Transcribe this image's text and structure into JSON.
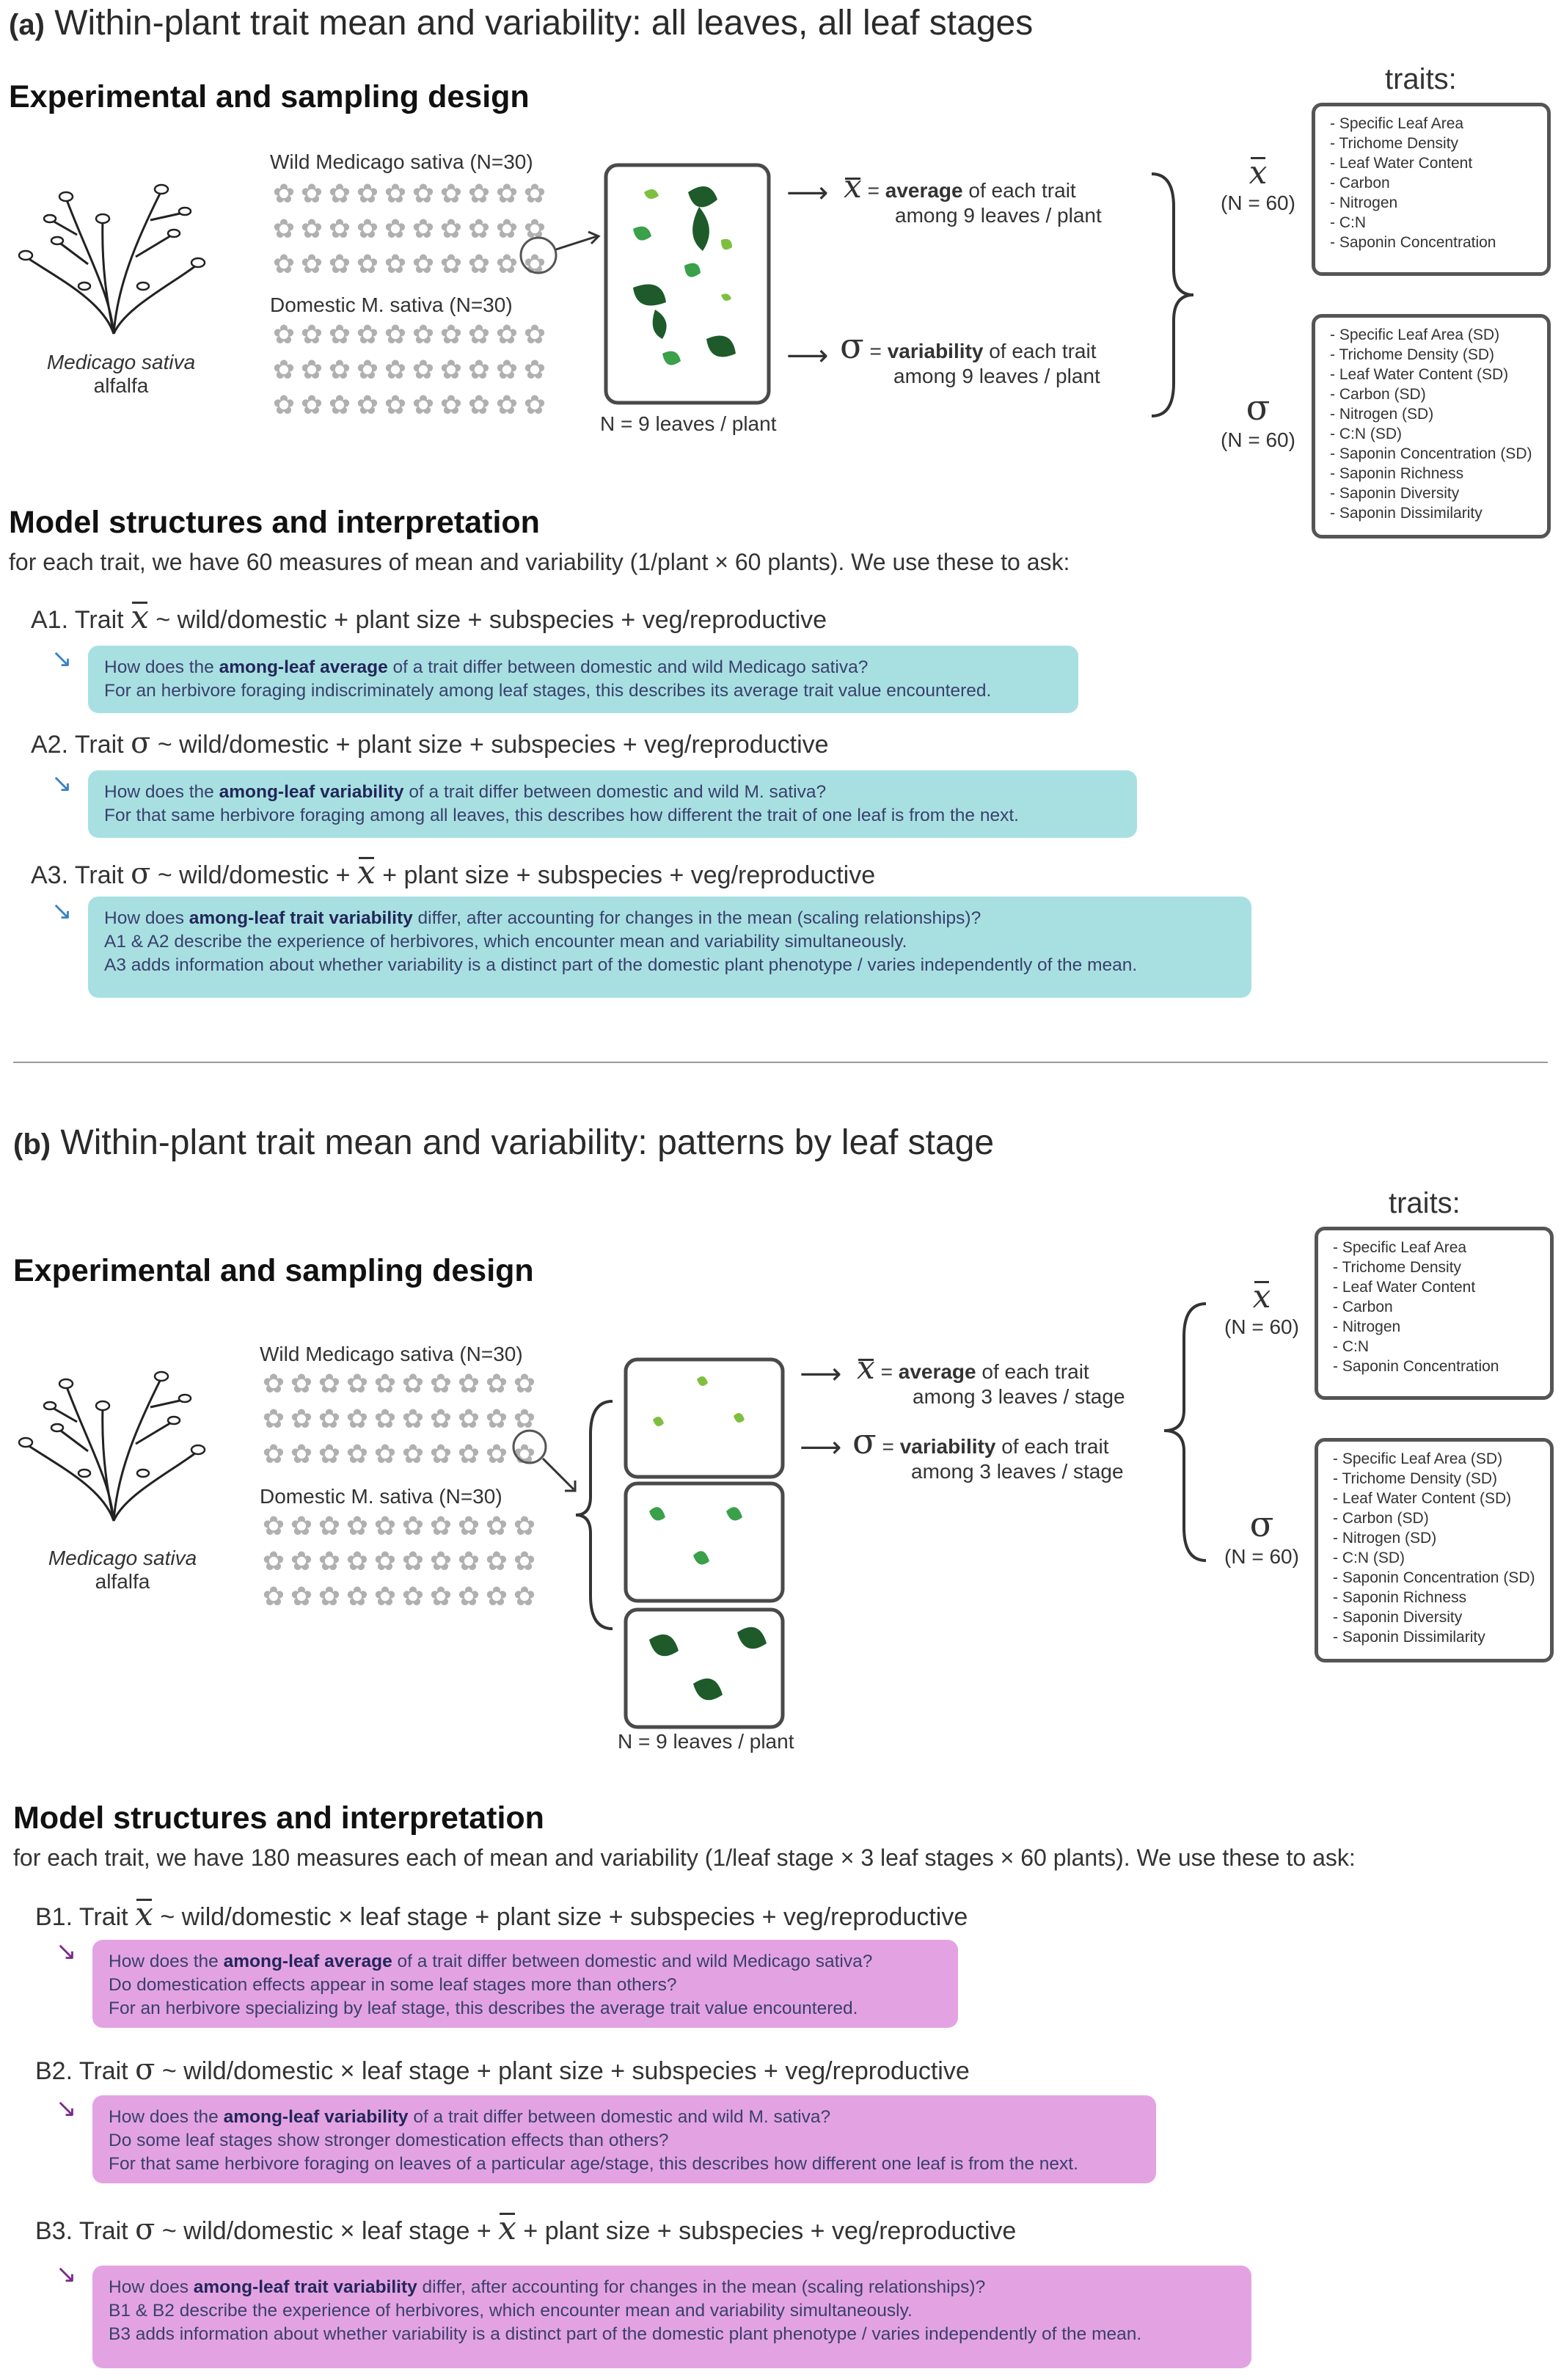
{
  "panel_a": {
    "label": "(a)",
    "title": "Within-plant trait mean and variability: all leaves, all leaf stages",
    "design_heading": "Experimental and sampling design",
    "plant_caption_species": "Medicago sativa",
    "plant_caption_common": "alfalfa",
    "wild_label": "Wild Medicago sativa (N=30)",
    "domestic_label": "Domestic M. sativa (N=30)",
    "leaves_label": "N = 9 leaves / plant",
    "mean_def_bold": "average",
    "mean_def_rest": " of each trait",
    "mean_def_line2": "among 9 leaves / plant",
    "var_def_bold": "variability",
    "var_def_rest": " of each trait",
    "var_def_line2": "among 9 leaves / plant",
    "mean_n": "(N = 60)",
    "var_n": "(N = 60)",
    "traits_heading": "traits:",
    "mean_traits": [
      "- Specific Leaf Area",
      "- Trichome Density",
      "- Leaf Water Content",
      "- Carbon",
      "- Nitrogen",
      "- C:N",
      "- Saponin Concentration"
    ],
    "var_traits": [
      "- Specific Leaf Area (SD)",
      "- Trichome Density (SD)",
      "- Leaf Water Content (SD)",
      "- Carbon (SD)",
      "- Nitrogen (SD)",
      "- C:N (SD)",
      "- Saponin Concentration (SD)",
      "- Saponin Richness",
      "- Saponin Diversity",
      "- Saponin Dissimilarity"
    ],
    "model_heading": "Model structures and interpretation",
    "model_intro": "for each trait, we have 60 measures of mean and variability (1/plant × 60 plants). We use these to ask:",
    "models": [
      {
        "label": "A1. Trait",
        "formula": "~ wild/domestic + plant size + subspecies + veg/reproductive",
        "callout": [
          "How does the among-leaf average of a trait differ between domestic and wild Medicago sativa?",
          "For an herbivore foraging indiscriminately among leaf stages, this describes its average trait value encountered."
        ]
      },
      {
        "label": "A2. Trait",
        "formula": "~ wild/domestic + plant size + subspecies + veg/reproductive",
        "callout": [
          "How does the among-leaf variability of a trait differ between domestic and wild M. sativa?",
          "For that same herbivore foraging among all leaves, this describes how different the trait of one leaf is from the next."
        ]
      },
      {
        "label": "A3. Trait",
        "formula_pre": "~ wild/domestic  +",
        "formula_post": "+ plant size + subspecies + veg/reproductive",
        "callout": [
          "How does among-leaf trait variability differ, after accounting for changes in the mean (scaling relationships)?",
          "A1 & A2 describe the experience of herbivores, which encounter mean and variability simultaneously.",
          "A3 adds information about whether variability is a distinct part of the domestic plant phenotype / varies independently of the mean."
        ]
      }
    ]
  },
  "panel_b": {
    "label": "(b)",
    "title": "Within-plant trait mean and variability: patterns by leaf stage",
    "design_heading": "Experimental and sampling design",
    "plant_caption_species": "Medicago sativa",
    "plant_caption_common": "alfalfa",
    "wild_label": "Wild Medicago sativa (N=30)",
    "domestic_label": "Domestic M. sativa (N=30)",
    "leaves_label": "N = 9 leaves / plant",
    "mean_def_bold": "average",
    "mean_def_rest": " of each trait",
    "mean_def_line2": "among 3 leaves / stage",
    "var_def_bold": "variability",
    "var_def_rest": " of each trait",
    "var_def_line2": "among 3 leaves / stage",
    "mean_n": "(N = 60)",
    "var_n": "(N = 60)",
    "traits_heading": "traits:",
    "mean_traits": [
      "- Specific Leaf Area",
      "- Trichome Density",
      "- Leaf Water Content",
      "- Carbon",
      "- Nitrogen",
      "- C:N",
      "- Saponin Concentration"
    ],
    "var_traits": [
      "- Specific Leaf Area (SD)",
      "- Trichome Density (SD)",
      "- Leaf Water Content (SD)",
      "- Carbon (SD)",
      "- Nitrogen (SD)",
      "- C:N (SD)",
      "- Saponin Concentration (SD)",
      "- Saponin Richness",
      "- Saponin Diversity",
      "- Saponin Dissimilarity"
    ],
    "model_heading": "Model structures and interpretation",
    "model_intro": "for each trait, we have 180 measures each of mean and variability (1/leaf stage × 3 leaf stages × 60 plants). We use these to ask:",
    "models": [
      {
        "label": "B1. Trait",
        "formula": "~ wild/domestic × leaf stage + plant size + subspecies + veg/reproductive",
        "callout": [
          "How does the among-leaf average of a trait differ between domestic and wild Medicago sativa?",
          "Do  domestication effects appear in some leaf stages more than others?",
          "For an herbivore specializing by leaf stage, this describes the average trait value encountered."
        ]
      },
      {
        "label": "B2. Trait",
        "formula": "~ wild/domestic × leaf stage + plant size + subspecies + veg/reproductive",
        "callout": [
          "How does the among-leaf variability of a trait differ between domestic and wild M. sativa?",
          "Do some leaf stages show stronger domestication effects than others?",
          "For that same herbivore foraging on leaves of a particular age/stage, this describes how different one leaf is from the next."
        ]
      },
      {
        "label": "B3. Trait",
        "formula_pre": "~ wild/domestic × leaf stage +",
        "formula_post": "+ plant size + subspecies + veg/reproductive",
        "callout": [
          "How does among-leaf trait variability differ, after accounting for changes in the mean (scaling relationships)?",
          "B1 & B2 describe the experience of herbivores, which encounter mean and variability simultaneously.",
          "B3 adds information about whether variability is a distinct part of the domestic plant phenotype / varies independently of the mean."
        ]
      }
    ]
  },
  "symbols": {
    "mean": "x",
    "sigma": "σ",
    "equals": "="
  },
  "colors": {
    "teal_callout": "#a8e0e2",
    "pink_callout": "#e3a3e3",
    "dark_leaf": "#1f5a2a",
    "mid_leaf": "#3aa04a",
    "light_leaf": "#7fbf3f"
  }
}
